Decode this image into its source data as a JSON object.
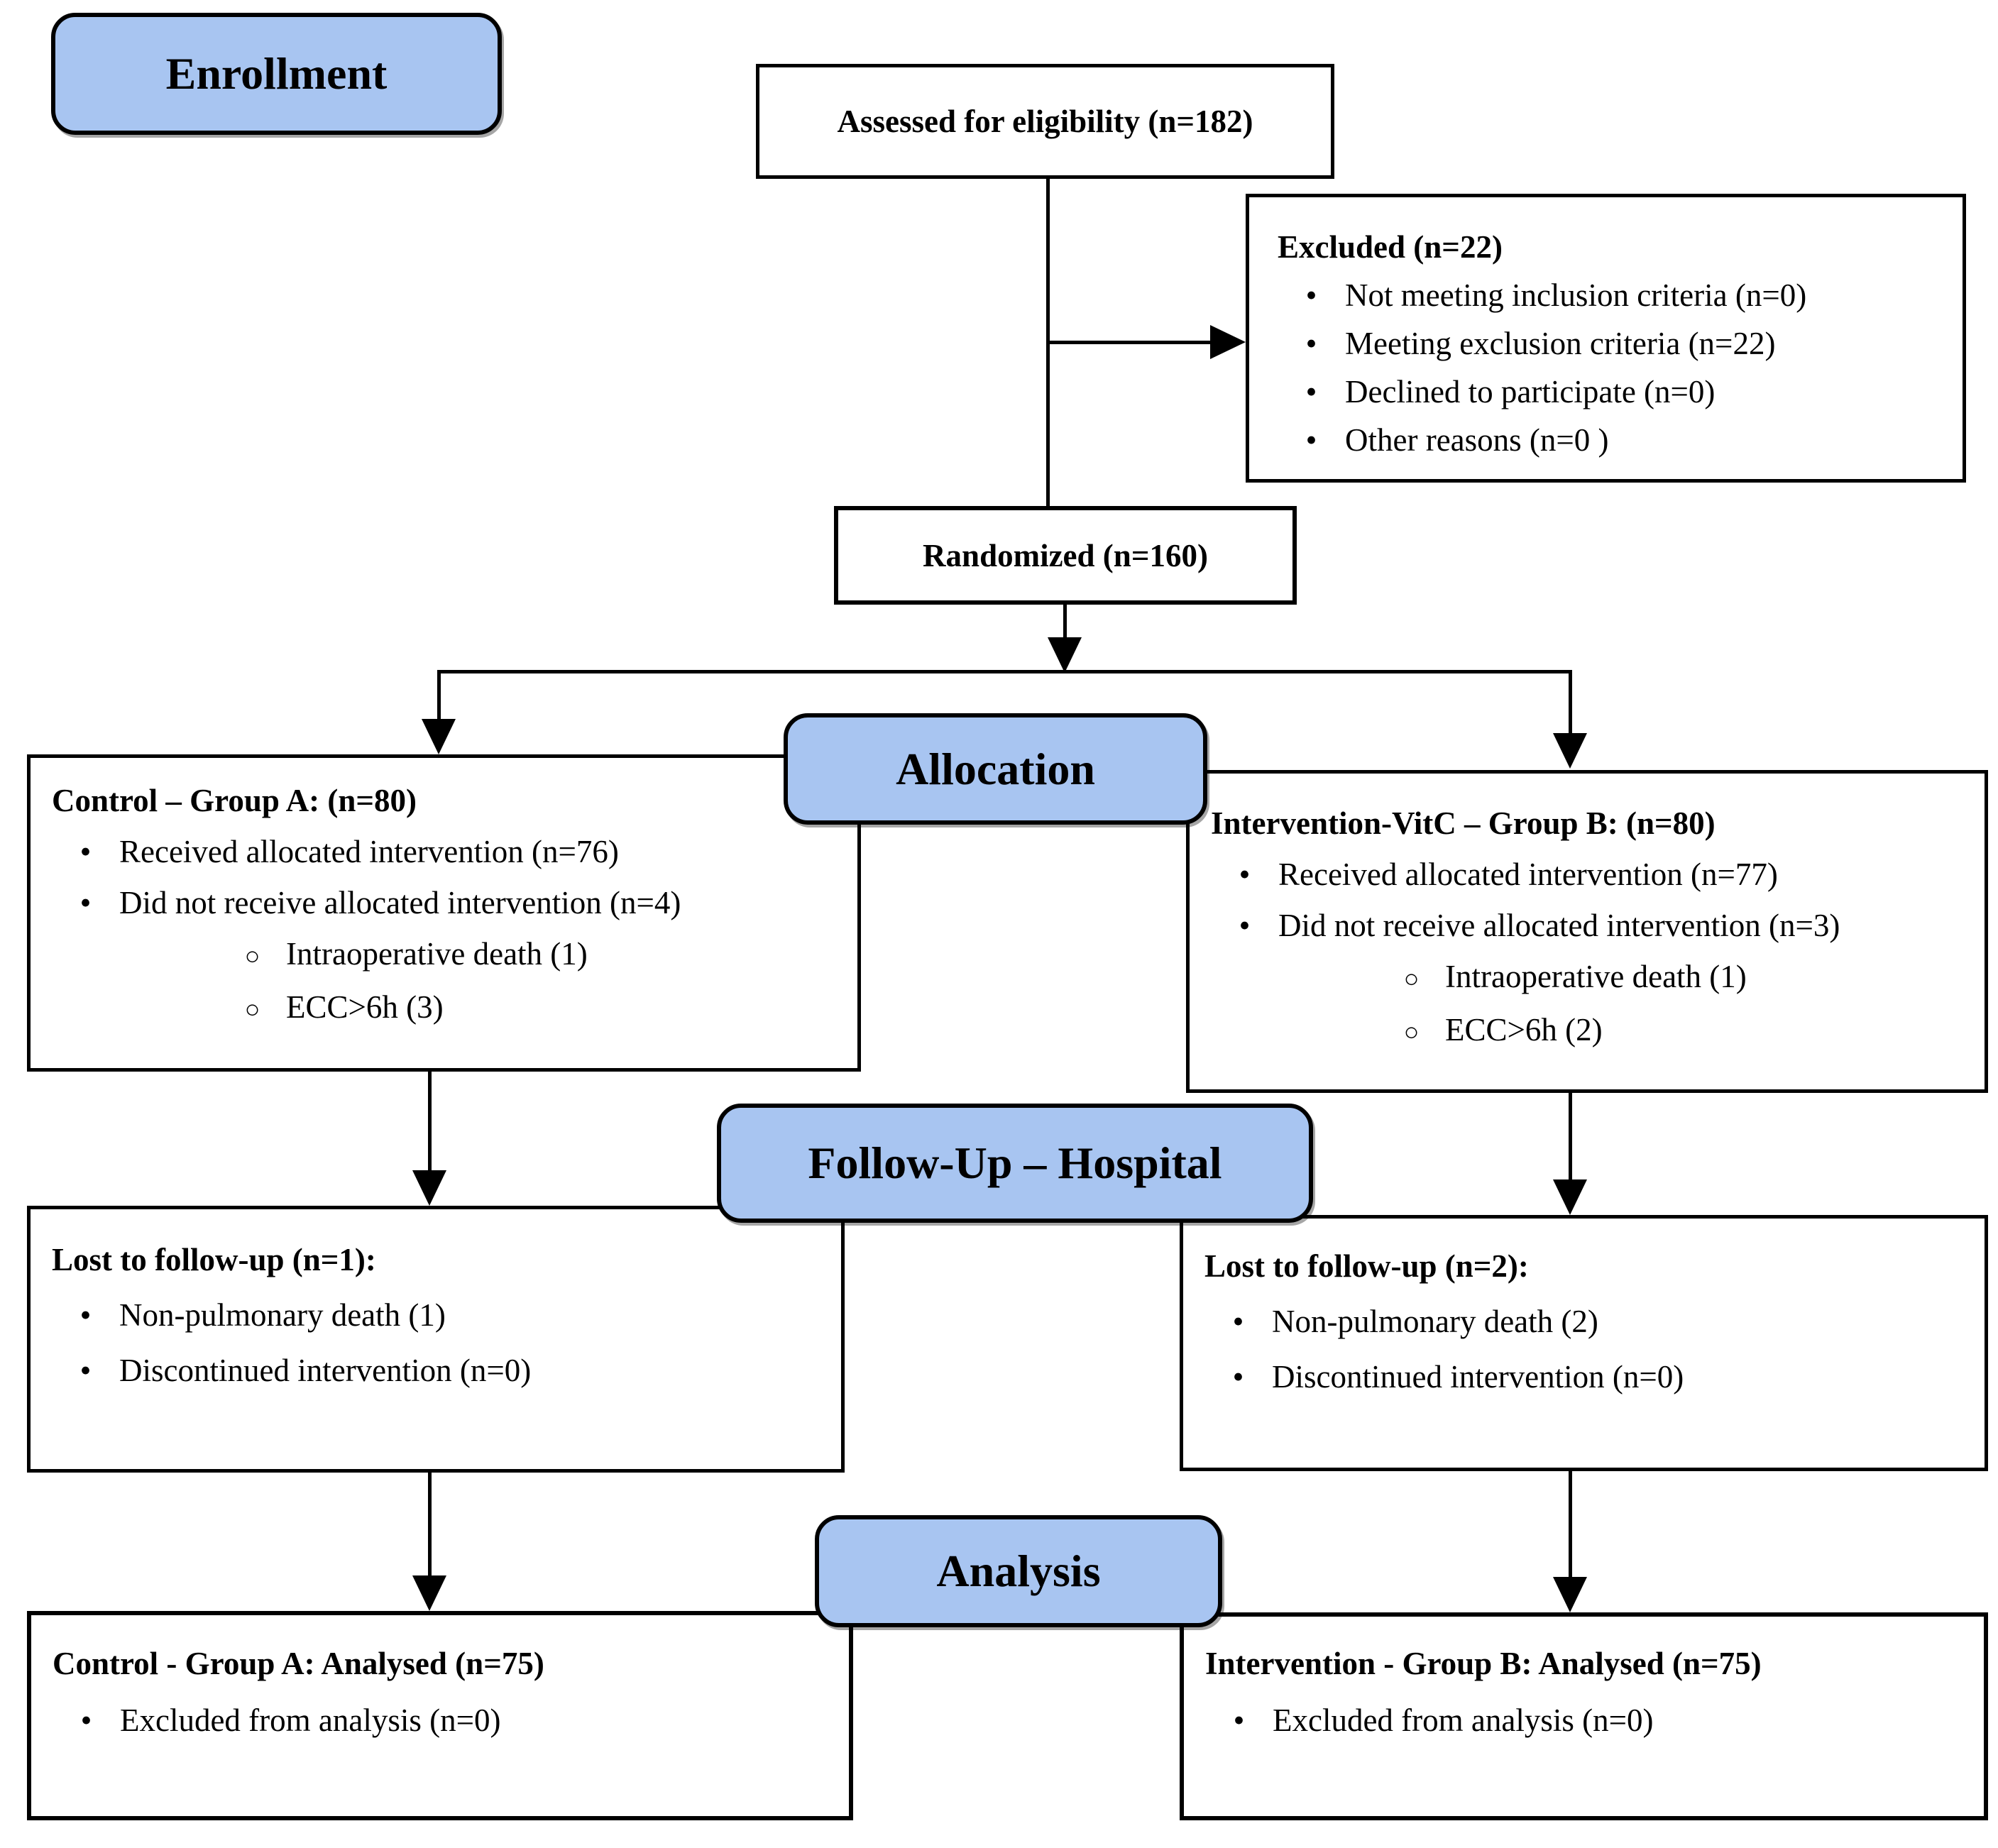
{
  "colors": {
    "pill_fill": "#A8C5F1",
    "line": "#000000",
    "box_bg": "#FFFFFF"
  },
  "markers": {
    "bullet": "•",
    "sub_bullet": "○"
  },
  "stage_labels": {
    "enrollment": "Enrollment",
    "allocation": "Allocation",
    "follow_up": "Follow-Up –  Hospital",
    "analysis": "Analysis"
  },
  "enrollment": {
    "assessed": "Assessed for eligibility (n=182)",
    "excluded": {
      "title": "Excluded  (n=22)",
      "bullets": [
        "Not meeting inclusion criteria (n=0)",
        "Meeting exclusion criteria (n=22)",
        "Declined to participate (n=0)",
        "Other reasons (n=0 )"
      ]
    },
    "randomized": "Randomized (n=160)"
  },
  "allocation": {
    "group_a": {
      "title": "Control – Group A: (n=80)",
      "bullets": [
        "Received allocated intervention (n=76)",
        "Did not receive allocated intervention (n=4)"
      ],
      "sub_bullets": [
        "Intraoperative death (1)",
        "ECC>6h (3)"
      ]
    },
    "group_b": {
      "title": "Intervention-VitC – Group B: (n=80)",
      "bullets": [
        "Received allocated intervention (n=77)",
        "Did not receive allocated intervention (n=3)"
      ],
      "sub_bullets": [
        "Intraoperative death (1)",
        "ECC>6h (2)"
      ]
    }
  },
  "follow_up": {
    "group_a": {
      "title": "Lost to follow-up (n=1):",
      "bullets": [
        "Non-pulmonary death (1)",
        "Discontinued intervention (n=0)"
      ]
    },
    "group_b": {
      "title": "Lost to follow-up (n=2):",
      "bullets": [
        "Non-pulmonary death (2)",
        "Discontinued intervention (n=0)"
      ]
    }
  },
  "analysis": {
    "group_a": {
      "title": "Control - Group A: Analysed  (n=75)",
      "bullets": [
        "Excluded from analysis (n=0)"
      ]
    },
    "group_b": {
      "title": "Intervention - Group B: Analysed  (n=75)",
      "bullets": [
        "Excluded from analysis (n=0)"
      ]
    }
  }
}
